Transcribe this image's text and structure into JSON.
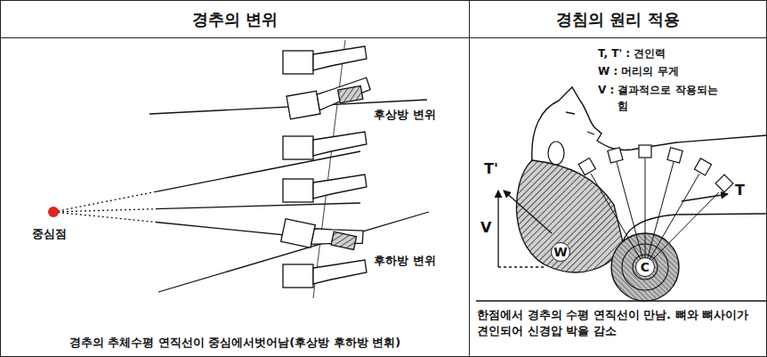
{
  "diagram": {
    "nodes": [
      {
        "text": [
          "경추의 변위"
        ]
      },
      {
        "text": [
          "경침의 원리 적용"
        ]
      },
      {
        "text": [
          "경추의 추체수평 연직선이 중심에서벗어남(후상방 후하방 변휘)"
        ]
      },
      {
        "text": [
          "한점에서 경추의 수평 연직선이 만남. 뼈와 뼈사이가 견인되어 신경압 박을 감소"
        ]
      }
    ],
    "labels": [
      "후상방 변위",
      "후하방 변위",
      "중심점",
      "T, T' : 견인력",
      "W : 머리의 무게",
      "V : 결과적으로 작용되는 힘",
      "T'",
      "V",
      "T",
      "W",
      "C"
    ]
  }
}
